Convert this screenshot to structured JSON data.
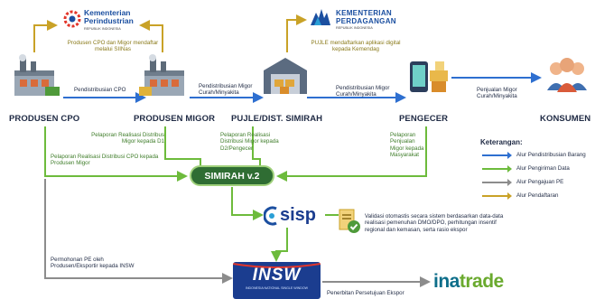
{
  "ministries": {
    "industry": {
      "name": "Kementerian Perindustrian",
      "sub": "REPUBLIK INDONESIA"
    },
    "trade": {
      "name_l1": "KEMENTERIAN",
      "name_l2": "PERDAGANGAN",
      "sub": "REPUBLIK INDONESIA"
    }
  },
  "nodes": {
    "produsen_cpo": "PRODUSEN CPO",
    "produsen_migor": "PRODUSEN MIGOR",
    "pujle": "PUJLE/DIST. SIMIRAH",
    "pengecer": "PENGECER",
    "konsumen": "KONSUMEN"
  },
  "labels": {
    "registration_industry": "Produsen CPO dan Migor mendaftar melalui SIINas",
    "registration_trade": "PUJLE mendaftarkan aplikasi digital kepada Kemendag",
    "dist_cpo": "Pendistribusian CPO",
    "dist_migor": "Pendistribusian Migor Curah/Minyakita",
    "dist_migor_2": "Pendistribusian Migor Curah/Minyakita",
    "sales": "Penjualan Migor Curah/Minyakita",
    "report_d1": "Pelaporan Realisasi Distribus Migor kepada D1",
    "report_cpo": "Pelaporan Realisasi Distribusi CPO kepada Produsen Migor",
    "report_d2": "Pelaporan Realisasi Distribusi Migor kepada D2/Pengecer",
    "report_sales": "Pelaporan Penjualan Migor kepada Masyarakat",
    "pe_request": "Permohonan PE oleh Produsen/Eksportir kepada INSW",
    "validation": "Validasi otomastis secara sistem berdasarkan data-data realisasi pemenuhan DMO/DPO, perhitungan insentif regional dan kemasan, serta rasio ekspor",
    "export_approval": "Penerbitan Persetujuan Ekspor"
  },
  "systems": {
    "simirah": "SIMIRAH v.2",
    "sisp": "sisp",
    "insw": "INSW",
    "insw_sub": "INDONESIA NATIONAL SINGLE WINDOW",
    "inatrade_a": "ina",
    "inatrade_b": "trade"
  },
  "legend": {
    "title": "Keterangan:",
    "items": [
      {
        "label": "Alur Pendistribusian Barang",
        "color": "#2e6fd0"
      },
      {
        "label": "Alur Pengiriman Data",
        "color": "#6dbb3c"
      },
      {
        "label": "Alur Pengajuan PE",
        "color": "#8c8c8c"
      },
      {
        "label": "Alur Pendaftaran",
        "color": "#c9a227"
      }
    ]
  },
  "colors": {
    "blue": "#2e6fd0",
    "green": "#6dbb3c",
    "gray": "#8c8c8c",
    "gold": "#c9a227",
    "dark_green": "#2f6d33"
  },
  "icons": [
    "factory-icon",
    "warehouse-icon",
    "mobile-store-icon",
    "consumers-icon",
    "invoice-check-icon",
    "industry-logo-icon",
    "trade-logo-icon"
  ]
}
